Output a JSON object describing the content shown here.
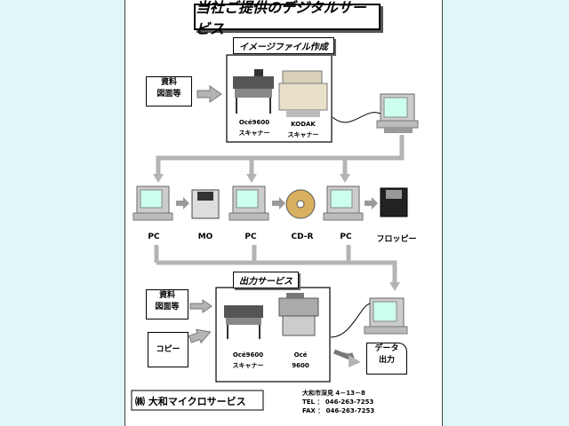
{
  "title": "当社ご提供のデジタルサービス",
  "section_create": "イメージファイル作成",
  "section_output": "出力サービス",
  "doc_top": [
    "資料",
    "図面等"
  ],
  "doc_bottom": [
    "資料",
    "図面等"
  ],
  "scanner1": [
    "Océ9600",
    "スキャナー"
  ],
  "scanner2": [
    "KODAK",
    "スキャナー"
  ],
  "row_labels": {
    "pc1": "PC",
    "mo": "MO",
    "pc2": "PC",
    "cdr": "CD-R",
    "pc3": "PC",
    "floppy": "フロッピー"
  },
  "out_scanner": [
    "Océ9600",
    "スキャナー"
  ],
  "out_printer": [
    "Océ",
    "9600"
  ],
  "copy_label": "コピー",
  "data_out": [
    "データ",
    "出力"
  ],
  "company": "㈱ 大和マイクロサービス",
  "address": "大和市深見 4－13－8",
  "tel": "TEL ： 046-263-7253",
  "fax": "FAX ： 046-263-7253",
  "colors": {
    "arrow": "#b4b4b4",
    "background": "#dff7f8"
  }
}
